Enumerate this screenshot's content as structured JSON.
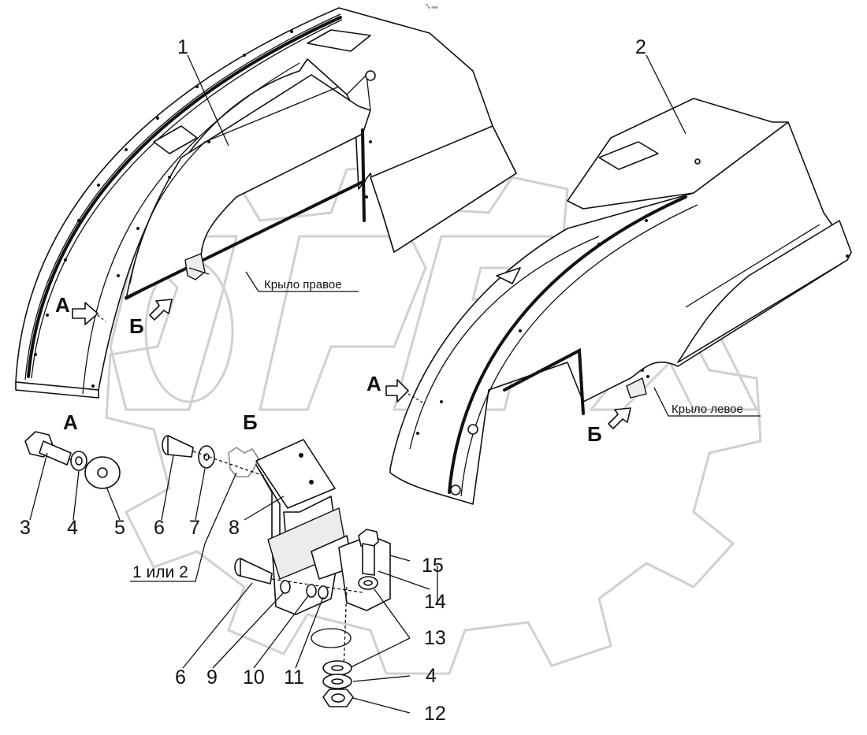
{
  "parts": {
    "p1": "1",
    "p2": "2",
    "p3": "3",
    "p4": "4",
    "p5": "5",
    "p6": "6",
    "p7": "7",
    "p8": "8",
    "p9": "9",
    "p10": "10",
    "p11": "11",
    "p12": "12",
    "p13": "13",
    "p14": "14",
    "p15": "15"
  },
  "captions": {
    "right_fender": "Крыло правое",
    "left_fender": "Крыло левое",
    "one_or_two": "1 или 2"
  },
  "views": {
    "a": "А",
    "b": "Б"
  },
  "watermark": "ОРЕХ",
  "corner_mark": "⁰ₐ ₐₐₐ"
}
